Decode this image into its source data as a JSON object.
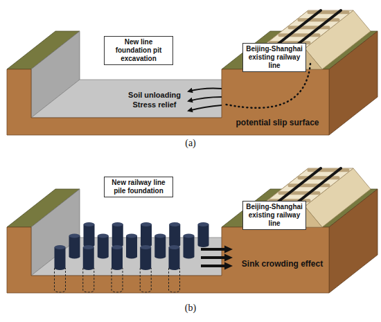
{
  "diagram": {
    "nodes": [
      {
        "text": [
          "New line foundation pit excavation"
        ]
      },
      {
        "text": [
          "Beijing-Shanghai existing railway line"
        ]
      },
      {
        "text": [
          "New railway line pile foundation"
        ]
      },
      {
        "text": [
          "Beijing-Shanghai existing railway line"
        ]
      }
    ],
    "labels": [
      "Soil unloading Stress relief",
      "potential slip surface",
      "(a)",
      "Sink crowding effect",
      "(b)"
    ]
  }
}
